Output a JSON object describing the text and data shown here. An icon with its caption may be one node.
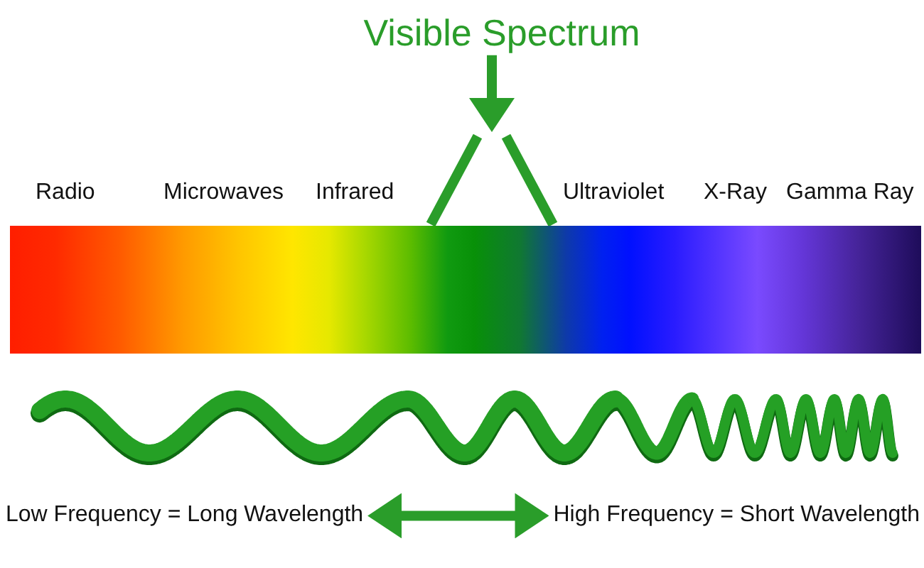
{
  "diagram": {
    "nodes": [
      {
        "text": [
          "Visible Spectrum"
        ]
      },
      {
        "text": [],
        "shape": "bracket"
      },
      {
        "text": [],
        "shape": "bar"
      },
      {
        "text": [
          "Low Frequency = Long Wavelength"
        ]
      },
      {
        "text": [
          "High Frequency = Short Wavelength"
        ]
      }
    ],
    "edges": [
      {
        "from": 0,
        "to": 1,
        "arrow": "to"
      },
      {
        "from": 3,
        "to": 4,
        "arrow": "both"
      }
    ],
    "labels": [
      "Radio",
      "Microwaves",
      "Infrared",
      "Ultraviolet",
      "X-Ray",
      "Gamma Ray"
    ]
  }
}
